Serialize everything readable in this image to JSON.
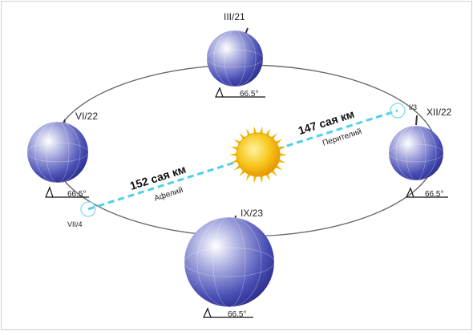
{
  "diagram": {
    "seasons": {
      "march": {
        "date": "III/21",
        "angle": "66.5°"
      },
      "june": {
        "date": "VI/22",
        "angle": "66.5°"
      },
      "september": {
        "date": "IX/23",
        "angle": "66.5°"
      },
      "december": {
        "date": "XII/22",
        "angle": "66.5°"
      }
    },
    "aphelion": {
      "date": "VII/4",
      "distance": "152 сая км",
      "name": "Афелий"
    },
    "perihelion": {
      "date": "I/3",
      "distance": "147 сая км",
      "name": "Перителий"
    },
    "colors": {
      "orbit": "#6b6b6b",
      "apsis_line": "#4fd0e8",
      "sun": "#f7c51a",
      "earth": "#4a4fb5"
    }
  }
}
